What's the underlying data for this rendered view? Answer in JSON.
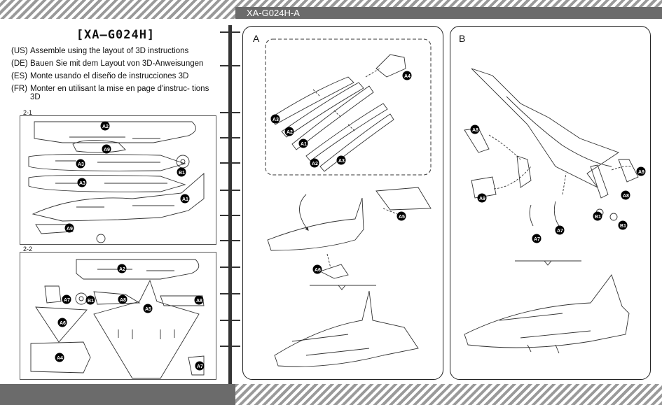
{
  "header": {
    "code": "XA-G024H-A"
  },
  "title": "[XA—G024H]",
  "instructions": [
    {
      "code": "(US)",
      "text": "Assemble using the layout of 3D instructions"
    },
    {
      "code": "(DE)",
      "text": "Bauen Sie mit dem Layout von 3D-Anweisungen"
    },
    {
      "code": "(ES)",
      "text": "Monte usando el diseño de instrucciones 3D"
    },
    {
      "code": "(FR)",
      "text": "Monter en utilisant la mise en page d'instruc- tions 3D"
    }
  ],
  "sheets": [
    {
      "label": "2-1",
      "parts": [
        "A2",
        "A9",
        "A3",
        "B1",
        "A3",
        "A1",
        "A9"
      ]
    },
    {
      "label": "2-2",
      "parts": [
        "A2",
        "A7",
        "B1",
        "A8",
        "A8",
        "A5",
        "A6",
        "A4",
        "A7"
      ]
    }
  ],
  "panels": {
    "a": {
      "label": "A",
      "parts": [
        "A4",
        "A3",
        "A2",
        "A1",
        "A2",
        "A3",
        "A5",
        "A6"
      ]
    },
    "b": {
      "label": "B",
      "parts": [
        "A8",
        "A9",
        "A9",
        "A8",
        "A7",
        "A7",
        "B1",
        "B1"
      ]
    }
  },
  "colors": {
    "stripe": "#9a9a9a",
    "bar": "#6b6b6b",
    "line": "#222222",
    "badge": "#000000"
  }
}
